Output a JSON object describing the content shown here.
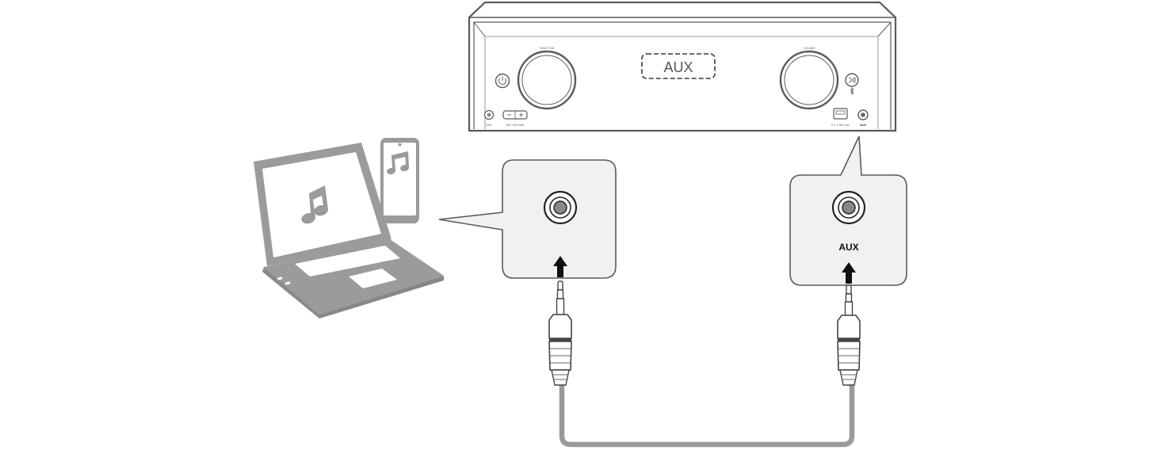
{
  "unit": {
    "display_text": "AUX",
    "function_label": "FUNCTION",
    "volume_label": "VOLUME",
    "mic_label": "MIC",
    "mic_volume_label": "MIC VOLUME",
    "usb_label": "5 V ═ 500 mA",
    "aux_label": "AUX"
  },
  "callout_left": {},
  "callout_right": {
    "jack_label": "AUX"
  },
  "colors": {
    "line": "#5a5a5a",
    "panel_fill": "#f1f1f1",
    "device_gray": "#9b9b9b",
    "cable": "#9a9a9a",
    "arrow": "#111111"
  },
  "icons": {
    "laptop": "laptop-icon",
    "phone": "smartphone-icon",
    "music": "music-note-icon",
    "arrow": "arrow-up-icon",
    "plug": "audio-plug-icon"
  }
}
